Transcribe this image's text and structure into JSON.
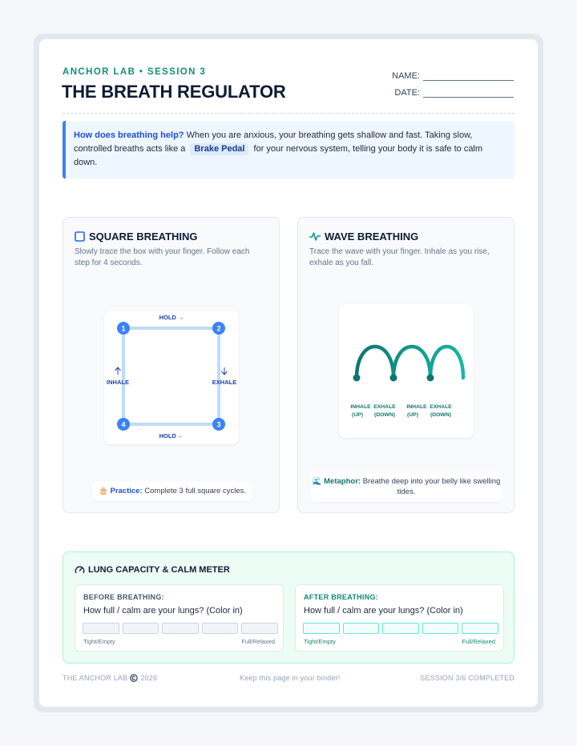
{
  "header": {
    "kicker": "ANCHOR LAB • SESSION 3",
    "title": "THE BREATH REGULATOR",
    "name_label": "NAME:",
    "date_label": "DATE:"
  },
  "callout": {
    "question": "How does breathing help?",
    "text_before": " When you are anxious, your breathing gets shallow and fast. Taking slow, controlled breaths acts like a",
    "highlight": "Brake Pedal",
    "text_after": "for your nervous system, telling your body it is safe to calm down."
  },
  "square": {
    "title": "SQUARE BREATHING",
    "description": "Slowly trace the box with your finger. Follow each step for 4 seconds.",
    "steps": [
      "1",
      "2",
      "3",
      "4"
    ],
    "labels": {
      "top": "HOLD →",
      "right": "EXHALE",
      "bottom": "HOLD ←",
      "left": "INHALE"
    },
    "practice_label": "Practice:",
    "practice_text": " Complete 3 full square cycles.",
    "practice_icon": "🎂"
  },
  "wave": {
    "title": "WAVE BREATHING",
    "description": "Trace the wave with your finger. Inhale as you rise, exhale as you fall.",
    "labels": [
      {
        "line1": "INHALE",
        "line2": "(UP)"
      },
      {
        "line1": "EXHALE",
        "line2": "(DOWN)"
      },
      {
        "line1": "INHALE",
        "line2": "(UP)"
      },
      {
        "line1": "EXHALE",
        "line2": "(DOWN)"
      }
    ],
    "metaphor_label": "Metaphor:",
    "metaphor_text": " Breathe deep into your belly like swelling tides.",
    "metaphor_icon": "🌊"
  },
  "meter": {
    "title": "LUNG CAPACITY & CALM METER",
    "before": {
      "label": "BEFORE BREATHING:",
      "question": "How full / calm are your lungs? (Color in)",
      "low": "Tight/Empty",
      "high": "Full/Relaxed"
    },
    "after": {
      "label": "AFTER BREATHING:",
      "question": "How full / calm are your lungs? (Color in)",
      "low": "Tight/Empty",
      "high": "Full/Relaxed"
    }
  },
  "footer": {
    "brand": "THE ANCHOR LAB",
    "year": "2026",
    "center": "Keep this page in your binder!",
    "right": "SESSION 3/6 COMPLETED"
  },
  "colors": {
    "accent_teal": "#119177",
    "accent_blue": "#3b82f6",
    "ink": "#0f1b33"
  }
}
